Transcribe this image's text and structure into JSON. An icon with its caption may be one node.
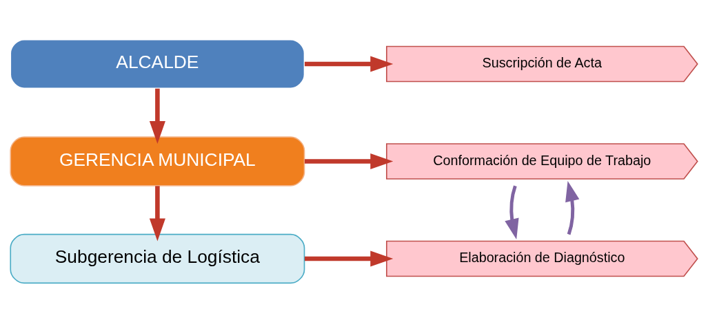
{
  "diagram": {
    "nodes": [
      {
        "text": [
          "ALCALDE"
        ]
      },
      {
        "text": [
          "Suscripción de Acta"
        ]
      },
      {
        "text": [
          "GERENCIA MUNICIPAL"
        ]
      },
      {
        "text": [
          "Conformación de Equipo de Trabajo"
        ]
      },
      {
        "text": [
          "Subgerencia de Logística"
        ]
      },
      {
        "text": [
          "Elaboración de Diagnóstico"
        ]
      }
    ],
    "edges": [
      {
        "from": 0,
        "to": 1,
        "arrow": "to"
      },
      {
        "from": 0,
        "to": 2,
        "arrow": "to"
      },
      {
        "from": 2,
        "to": 3,
        "arrow": "to"
      },
      {
        "from": 2,
        "to": 4,
        "arrow": "to"
      },
      {
        "from": 4,
        "to": 5,
        "arrow": "to"
      },
      {
        "from": 3,
        "to": 5,
        "arrow": "to",
        "color": "#8064a2"
      },
      {
        "from": 5,
        "to": 3,
        "arrow": "to",
        "color": "#8064a2"
      }
    ]
  }
}
